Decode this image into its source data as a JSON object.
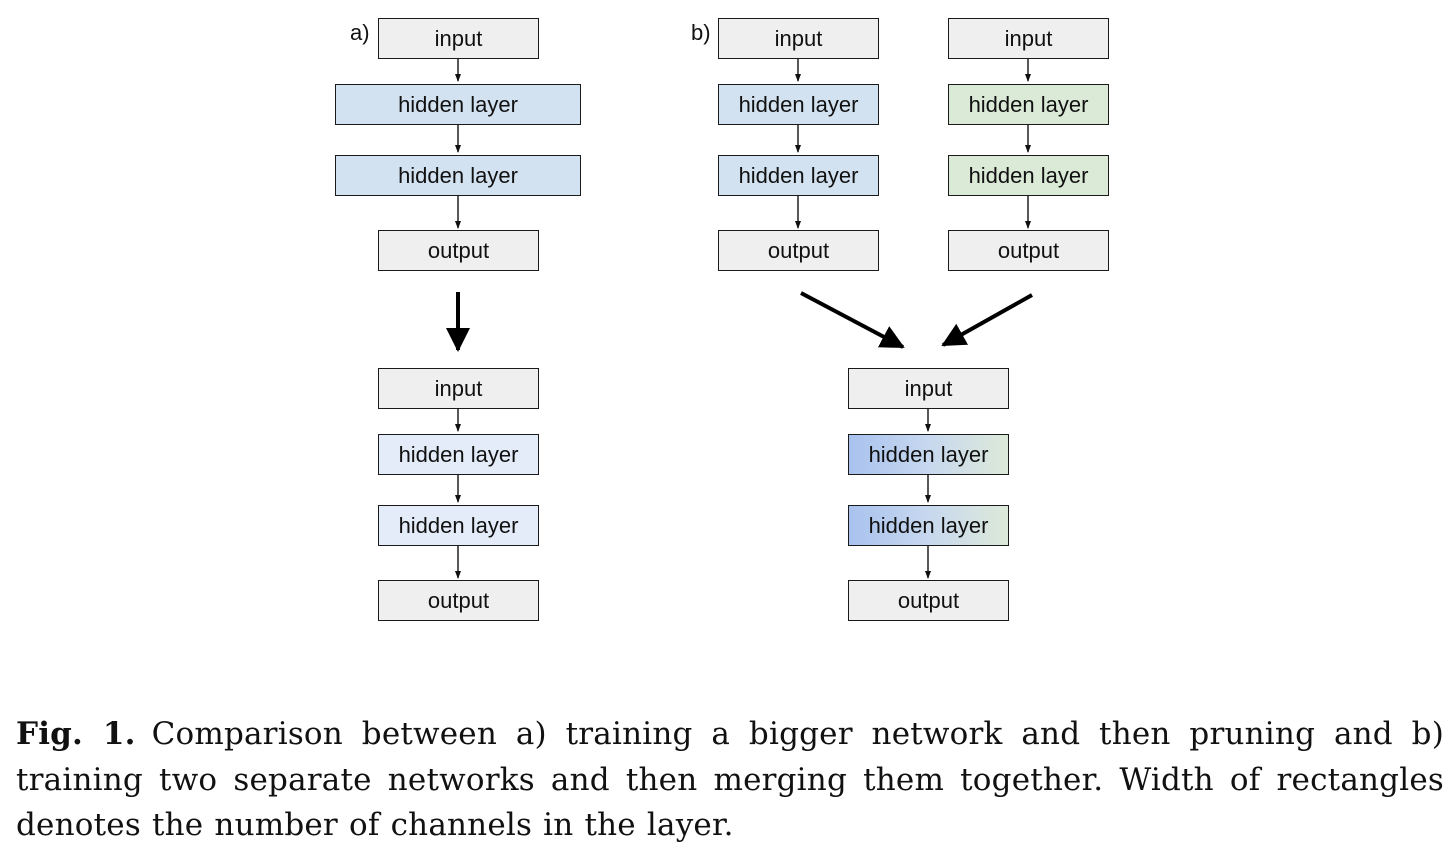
{
  "panel_a": {
    "label": "a)",
    "big_network": {
      "input": "input",
      "hidden_1": "hidden layer",
      "hidden_2": "hidden layer",
      "output": "output"
    },
    "pruned_network": {
      "input": "input",
      "hidden_1": "hidden layer",
      "hidden_2": "hidden layer",
      "output": "output"
    }
  },
  "panel_b": {
    "label": "b)",
    "network_1": {
      "input": "input",
      "hidden_1": "hidden layer",
      "hidden_2": "hidden layer",
      "output": "output"
    },
    "network_2": {
      "input": "input",
      "hidden_1": "hidden layer",
      "hidden_2": "hidden layer",
      "output": "output"
    },
    "merged_network": {
      "input": "input",
      "hidden_1": "hidden layer",
      "hidden_2": "hidden layer",
      "output": "output"
    }
  },
  "colors": {
    "io_fill": "#efefef",
    "network_a_hidden": "#d3e2f1",
    "pruned_hidden": "#e3ecf8",
    "network_2_hidden": "#dbe9d7",
    "merged_hidden_from": "#a9c2ee",
    "merged_hidden_to": "#dde9d9",
    "border": "#1a1a1a"
  },
  "caption": {
    "label": "Fig. 1.",
    "text": "Comparison between a) training a bigger network and then pruning and b) training two separate networks and then merging them together. Width of rectangles denotes the number of channels in the layer."
  }
}
